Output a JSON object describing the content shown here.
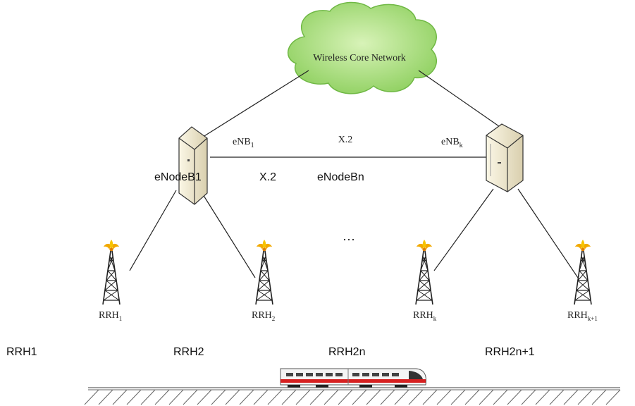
{
  "core_network": {
    "label": "Wireless Core Network"
  },
  "enb_left": {
    "label_base": "eNB",
    "label_sub": "1"
  },
  "enb_right": {
    "label_base": "eNB",
    "label_sub": "k"
  },
  "x2_top": "X.2",
  "x2_bottom": "X.2",
  "enodeb_labels": {
    "left": "eNodeB1",
    "right": "eNodeBn"
  },
  "ellipsis": "···",
  "rrh_towers": [
    {
      "base": "RRH",
      "sub": "1"
    },
    {
      "base": "RRH",
      "sub": "2"
    },
    {
      "base": "RRH",
      "sub": "k"
    },
    {
      "base": "RRH",
      "sub": "k+1"
    }
  ],
  "rrh_labels": [
    "RRH1",
    "RRH2",
    "RRH2n",
    "RRH2n+1"
  ],
  "colors": {
    "cloud": "#9dd86e",
    "cloud_edge": "#6fb844",
    "server": "#efe7cc",
    "antenna": "#f2a900",
    "train_red": "#d62020"
  }
}
